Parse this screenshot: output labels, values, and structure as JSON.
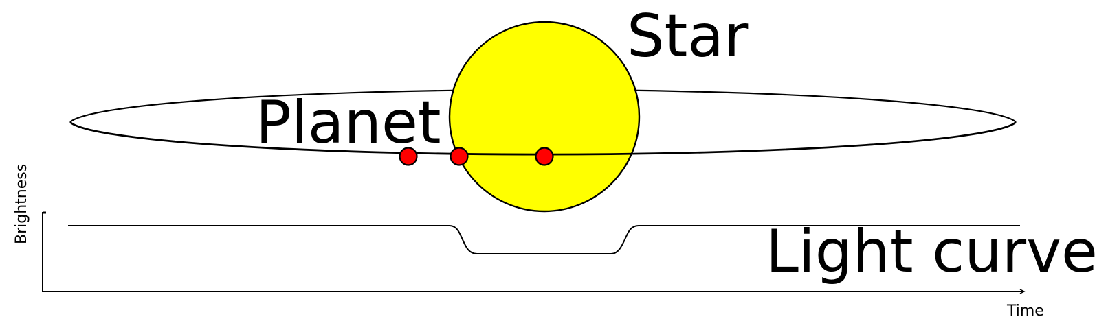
{
  "labels": {
    "star": "Star",
    "planet": "Planet",
    "light_curve": "Light curve",
    "x_axis": "Time",
    "y_axis": "Brightness"
  },
  "colors": {
    "star_fill": "#ffff00",
    "planet_fill": "#ff0000",
    "stroke": "#000000",
    "background": "#ffffff"
  }
}
